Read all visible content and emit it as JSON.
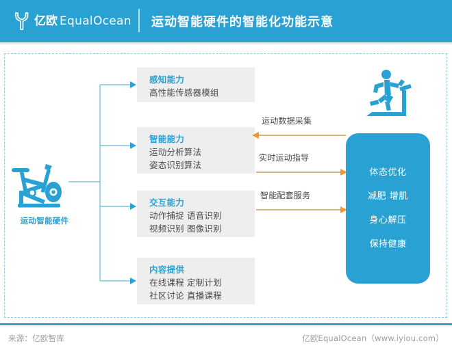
{
  "header": {
    "logo_cn": "亿欧",
    "logo_en": "EqualOcean",
    "logo_icon": "equalocean-tree-logo-icon",
    "title": "运动智能硬件的智能化功能示意"
  },
  "source_node": {
    "icon": "exercise-bike-icon",
    "label": "运动智能硬件"
  },
  "capabilities": [
    {
      "title": "感知能力",
      "lines": [
        "高性能传感器模组"
      ]
    },
    {
      "title": "智能能力",
      "lines": [
        "运动分析算法",
        "姿态识别算法"
      ]
    },
    {
      "title": "交互能力",
      "lines": [
        "动作捕捉 语音识别",
        "视频识别 图像识别"
      ]
    },
    {
      "title": "内容提供",
      "lines": [
        "在线课程 定制计划",
        "社区讨论 直播课程"
      ]
    }
  ],
  "flows": [
    {
      "label": "运动数据采集",
      "direction": "left"
    },
    {
      "label": "实时运动指导",
      "direction": "right"
    },
    {
      "label": "智能配套服务",
      "direction": "right"
    }
  ],
  "outcome_panel": {
    "icon": "treadmill-runner-icon",
    "items": [
      "体态优化",
      "减肥 增肌",
      "身心解压",
      "保持健康"
    ]
  },
  "footer": {
    "source": "来源：亿欧智库",
    "brand": "亿欧EqualOcean（www.iyiou.com）"
  },
  "colors": {
    "brand_blue": "#29a2d3",
    "box_gray": "#eeeeee",
    "flow_orange": "#f0962a",
    "flow_line": "#d2aa6e",
    "dashed_border": "#8ccbd8",
    "body_text": "#4a4a4a",
    "footer_text": "#9b9b9b"
  }
}
